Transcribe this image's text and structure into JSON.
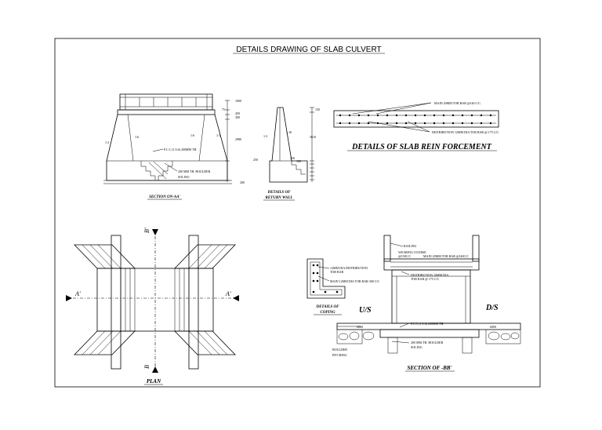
{
  "title": "DETAILS DRAWING OF SLAB CULVERT",
  "slab_reinforcement": {
    "heading": "DETAILS OF SLAB REIN FORCEMENT",
    "main_bar": "MAIN 20MM TOR BAR @140 C/C.",
    "distribution_bar": "DISTRIBUTION 12MM DIA TOR BAR @ 175 C/C."
  },
  "section_aa": {
    "caption": "SECTION ON-AA'",
    "dims": [
      "1000",
      "75",
      "450",
      "300",
      "2980",
      "200"
    ],
    "slopes": [
      "1:3",
      "1:6",
      "1:6",
      "1:3"
    ],
    "pcc_note": "P.C.C (1:3:6) 200MM TH.",
    "soling_note_1": "200 MM TH. BOULDER",
    "soling_note_2": "SOLING"
  },
  "return_wall": {
    "caption_1": "DETAILS OF",
    "caption_2": "RETURN WALL",
    "dims": [
      "150",
      "3610",
      "150",
      "100",
      "250"
    ],
    "slopes": [
      "1:3",
      "1:10"
    ]
  },
  "plan": {
    "caption": "PLAN",
    "label_a": "A'",
    "label_a2": "A'",
    "label_b_top": "B'",
    "label_b_bottom": "B"
  },
  "coping": {
    "caption_1": "DETAILS OF",
    "caption_2": "COPING",
    "note_1": "12MM DIA DISTRIBUTION",
    "note_1b": "TOR BAR",
    "note_2": "MAIN 12MM DIA TOR BAR 300 C/C"
  },
  "section_bb": {
    "caption": "SECTION OF -BB'",
    "railing": "RAILING",
    "wearing": "WEARING COURSE",
    "wearing2": "@150C/C",
    "main_bar": "MAIN 20MM TOR BAR @140C/C",
    "dist_1": "DISTRIBUTION 10MM DIA",
    "dist_2": "TOR BAR @ 175 C/C",
    "us": "U/S",
    "ds": "D/S",
    "dim_left": "2000",
    "dim_right": "6000",
    "pcc_note": "P.C.C (1:3:6) 200MM TH.",
    "soling_1": "200 MM TH. BOULDER",
    "soling_2": "SOLING",
    "pitching_1": "BOULDER",
    "pitching_2": "PITCHING"
  }
}
